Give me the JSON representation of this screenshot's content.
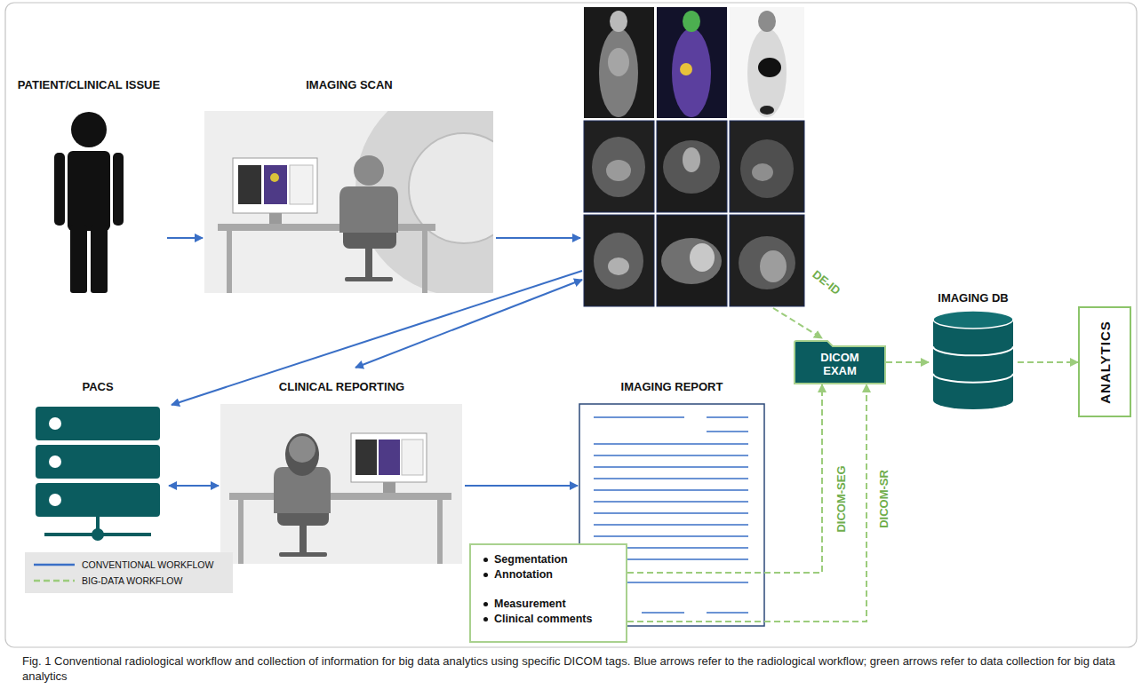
{
  "diagram": {
    "caption": "Fig. 1 Conventional radiological workflow and collection of information for big data analytics using specific DICOM tags. Blue arrows refer to the radiological workflow; green arrows refer to data collection for big data analytics",
    "nodes": [
      {
        "text": [
          "PATIENT/CLINICAL ISSUE"
        ]
      },
      {
        "text": [
          "IMAGING SCAN"
        ]
      },
      {
        "text": [
          "PACS"
        ]
      },
      {
        "text": [
          "CLINICAL REPORTING"
        ]
      },
      {
        "text": [
          "IMAGING REPORT"
        ]
      },
      {
        "text": [
          "Segmentation",
          "Annotation",
          "Measurement",
          "Clinical comments"
        ]
      },
      {
        "text": [
          "DICOM EXAM"
        ]
      },
      {
        "text": [
          "IMAGING DB"
        ]
      },
      {
        "text": [
          "ANALYTICS"
        ]
      }
    ],
    "edges": [
      {
        "from": 0,
        "to": 1,
        "arrow": "to"
      },
      {
        "from": 2,
        "to": 3,
        "arrow": "both"
      },
      {
        "from": 3,
        "to": 4,
        "arrow": "to"
      },
      {
        "from": 5,
        "to": 6,
        "label": "DICOM-SEG",
        "arrow": "to"
      },
      {
        "from": 5,
        "to": 6,
        "label": "DICOM-SR",
        "arrow": "to"
      },
      {
        "from": 6,
        "to": 7,
        "arrow": "to"
      },
      {
        "from": 7,
        "to": 8,
        "arrow": "to"
      }
    ],
    "labels": [
      "DE-ID"
    ],
    "legend": [
      {
        "text": "CONVENTIONAL WORKFLOW"
      },
      {
        "text": "BIG-DATA WORKFLOW"
      }
    ]
  }
}
